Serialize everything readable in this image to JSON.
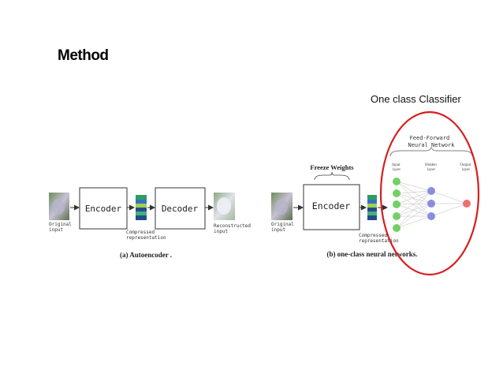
{
  "slide": {
    "title": "Method",
    "annotation": "One class Classifier",
    "annotation_color": "#d81e1e"
  },
  "figure_a": {
    "encoder_label": "Encoder",
    "decoder_label": "Decoder",
    "original_input": [
      "Original",
      "input"
    ],
    "compressed": [
      "Compressed",
      "representation"
    ],
    "reconstructed": [
      "Reconstructed",
      "input"
    ],
    "caption": "(a) Autoencoder ."
  },
  "figure_b": {
    "freeze_label": "Freeze Weights",
    "encoder_label": "Encoder",
    "original_input": [
      "Original",
      "input"
    ],
    "compressed": [
      "Compressed",
      "representation"
    ],
    "ffnn_title": [
      "Feed-Forward",
      "Neural Network"
    ],
    "layer_labels": {
      "input": [
        "Input",
        "layer"
      ],
      "hidden": [
        "Hidden",
        "layer"
      ],
      "output": [
        "Output",
        "layer"
      ]
    },
    "caption": "(b) one-class neural networks."
  },
  "colors": {
    "input_node": "#74d064",
    "hidden_node": "#8a8ce0",
    "output_node": "#ee6f6f",
    "ellipse": "#d81e1e"
  }
}
